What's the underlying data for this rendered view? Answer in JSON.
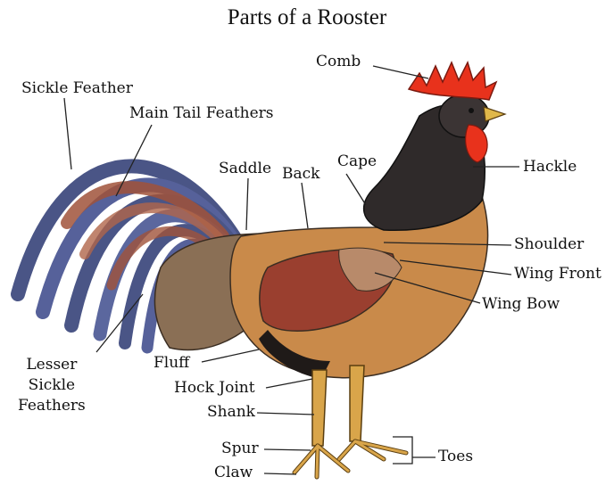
{
  "title": "Parts of a Rooster",
  "labels": {
    "comb": "Comb",
    "sickle_feather": "Sickle Feather",
    "main_tail_feathers": "Main Tail Feathers",
    "saddle": "Saddle",
    "back": "Back",
    "cape": "Cape",
    "hackle": "Hackle",
    "shoulder": "Shoulder",
    "wing_front": "Wing Front",
    "wing_bow": "Wing Bow",
    "lesser_sickle_feathers": [
      "Lesser",
      "Sickle",
      "Feathers"
    ],
    "fluff": "Fluff",
    "hock_joint": "Hock Joint",
    "shank": "Shank",
    "spur": "Spur",
    "claw": "Claw",
    "toes": "Toes"
  },
  "colors": {
    "comb": "#e8321c",
    "tail_blue": "#4f5a8c",
    "tail_rust": "#a0523a",
    "neck_dark": "#2f2a2a",
    "body_tan": "#c98a4a",
    "wing_red": "#9a3f2f",
    "legs": "#d9a54a",
    "line": "#222222"
  }
}
